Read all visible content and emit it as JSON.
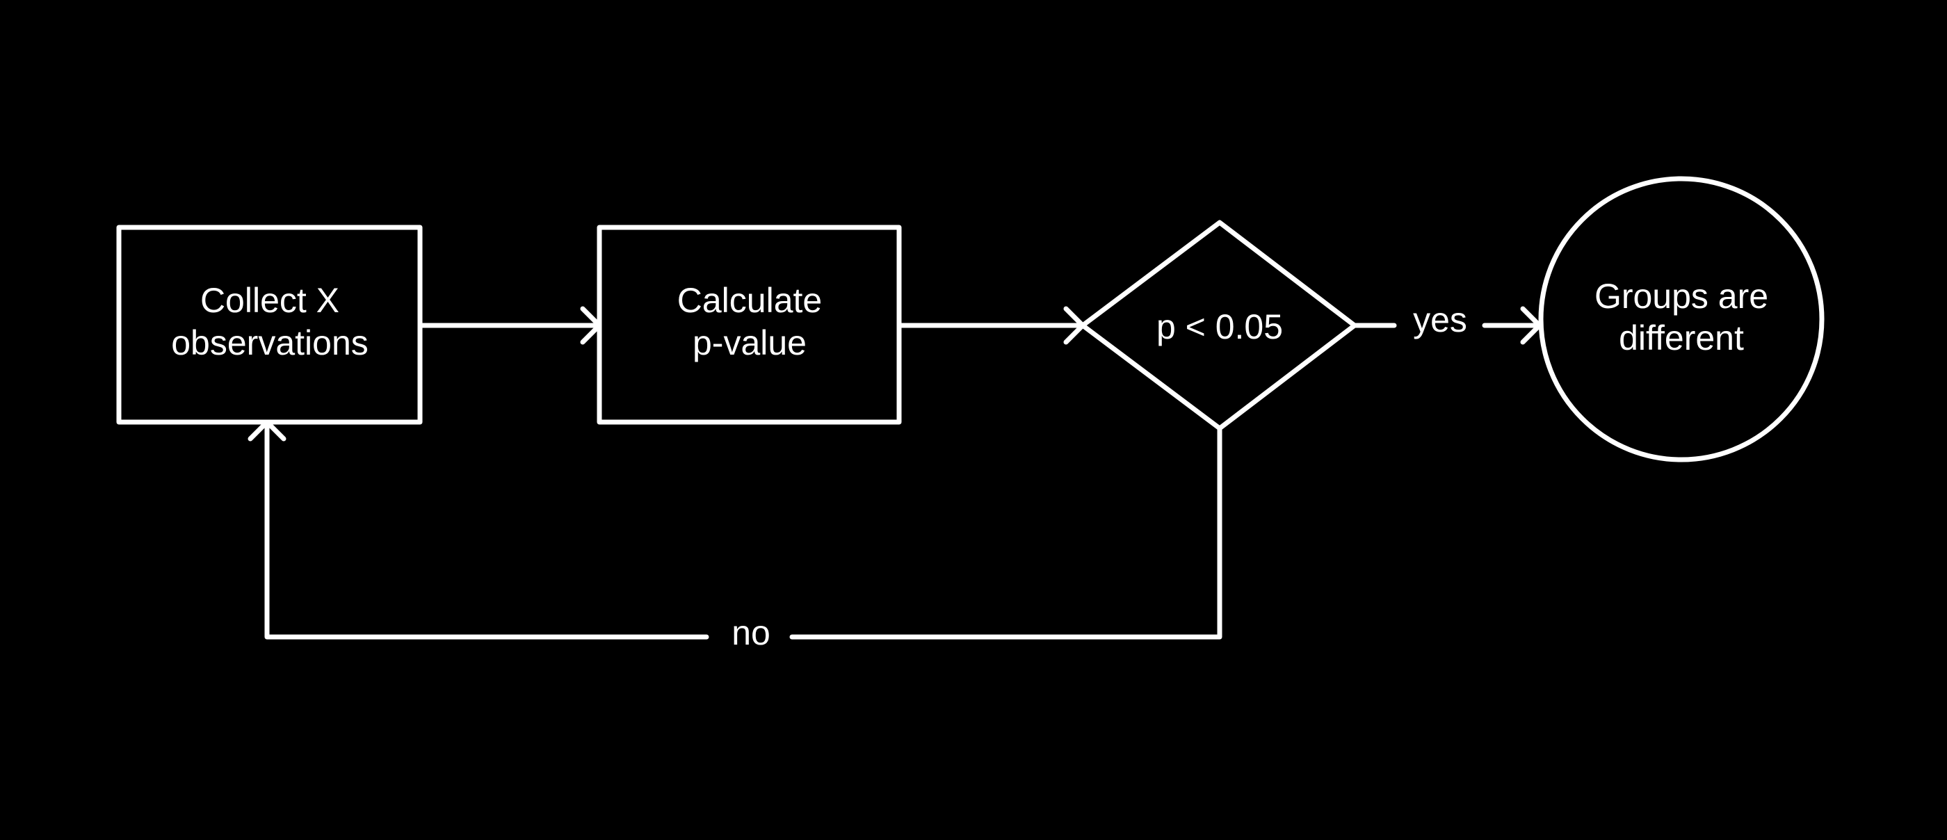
{
  "nodes": {
    "collect": {
      "line1": "Collect X",
      "line2": "observations"
    },
    "calculate": {
      "line1": "Calculate",
      "line2": "p-value"
    },
    "decision": {
      "label": "p < 0.05"
    },
    "result": {
      "line1": "Groups are",
      "line2": "different"
    }
  },
  "edges": {
    "yes_label": "yes",
    "no_label": "no"
  },
  "colors": {
    "background": "#000000",
    "stroke": "#ffffff"
  }
}
